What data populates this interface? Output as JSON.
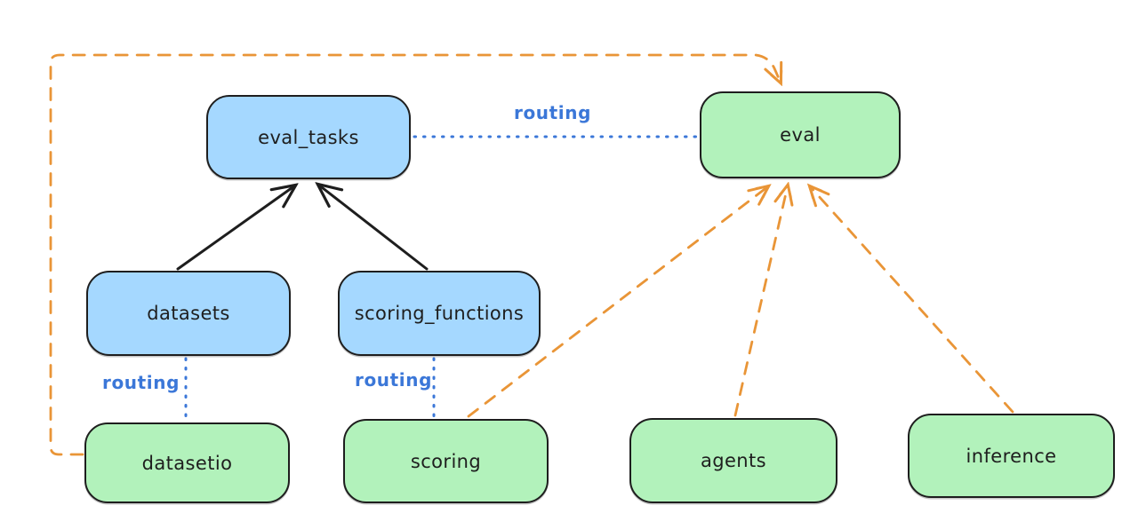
{
  "colors": {
    "background": "#ffffff",
    "stroke": "#1e1e1e",
    "blue_fill": "#a5d8ff",
    "green_fill": "#b2f2bb",
    "accent_blue": "#3b77d8",
    "accent_orange": "#e99537"
  },
  "nodes": {
    "eval_tasks": {
      "label": "eval_tasks",
      "fill": "blue"
    },
    "eval": {
      "label": "eval",
      "fill": "green"
    },
    "datasets": {
      "label": "datasets",
      "fill": "blue"
    },
    "scoring_functions": {
      "label": "scoring_functions",
      "fill": "blue"
    },
    "datasetio": {
      "label": "datasetio",
      "fill": "green"
    },
    "scoring": {
      "label": "scoring",
      "fill": "green"
    },
    "agents": {
      "label": "agents",
      "fill": "green"
    },
    "inference": {
      "label": "inference",
      "fill": "green"
    }
  },
  "edges": [
    {
      "from": "datasets",
      "to": "eval_tasks",
      "style": "solid-arrow",
      "color": "black",
      "label": ""
    },
    {
      "from": "scoring_functions",
      "to": "eval_tasks",
      "style": "solid-arrow",
      "color": "black",
      "label": ""
    },
    {
      "from": "eval_tasks",
      "to": "eval",
      "style": "dotted",
      "color": "blue",
      "label": "routing"
    },
    {
      "from": "datasets",
      "to": "datasetio",
      "style": "dotted",
      "color": "blue",
      "label": "routing"
    },
    {
      "from": "scoring_functions",
      "to": "scoring",
      "style": "dotted",
      "color": "blue",
      "label": "routing"
    },
    {
      "from": "datasetio",
      "to": "eval",
      "style": "dashed-arrow",
      "color": "orange",
      "label": ""
    },
    {
      "from": "scoring",
      "to": "eval",
      "style": "dashed-arrow",
      "color": "orange",
      "label": ""
    },
    {
      "from": "agents",
      "to": "eval",
      "style": "dashed-arrow",
      "color": "orange",
      "label": ""
    },
    {
      "from": "inference",
      "to": "eval",
      "style": "dashed-arrow",
      "color": "orange",
      "label": ""
    }
  ]
}
